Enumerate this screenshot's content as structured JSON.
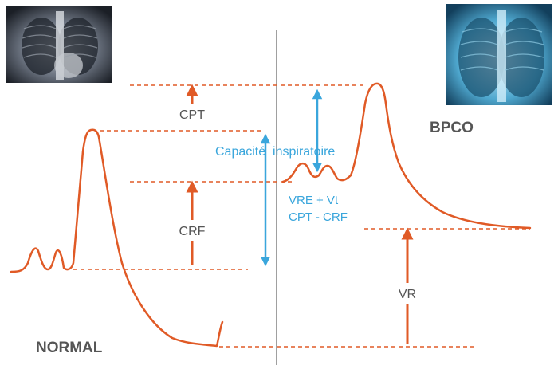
{
  "labels": {
    "normal": "NORMAL",
    "bpco": "BPCO",
    "cpt": "CPT",
    "crf": "CRF",
    "capacite": "Capacité  inspiratoire",
    "vre_vt": "VRE + Vt",
    "cpt_crf": "CPT - CRF",
    "vr": "VR"
  },
  "images": {
    "normal_xray": "normal-chest-xray",
    "bpco_xray": "bpco-chest-xray"
  },
  "colors": {
    "curve": "#e05a26",
    "arrow_red": "#e05a26",
    "arrow_blue": "#3aa6dc",
    "divider": "#a0a0a0",
    "label_dark": "#555555",
    "label_blue": "#3aa6dc"
  }
}
